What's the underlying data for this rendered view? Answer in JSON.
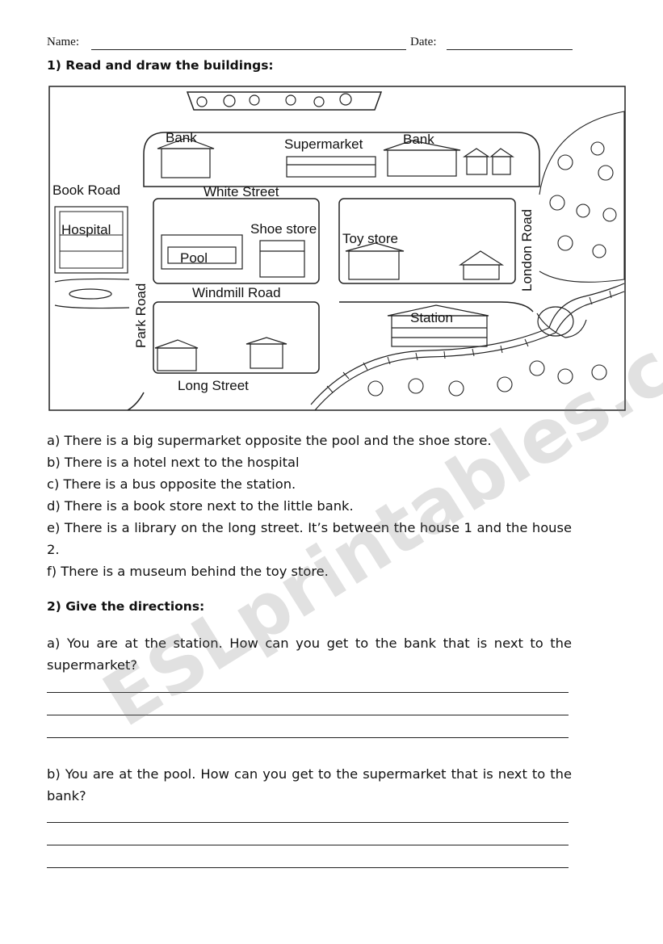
{
  "header": {
    "name_label": "Name:",
    "date_label": "Date:"
  },
  "section1": {
    "title": "1) Read and draw the buildings:"
  },
  "map": {
    "labels": {
      "bank_left": "Bank",
      "supermarket": "Supermarket",
      "bank_right": "Bank",
      "book_road": "Book Road",
      "white_street": "White Street",
      "hospital": "Hospital",
      "shoe_store": "Shoe store",
      "toy_store": "Toy store",
      "pool": "Pool",
      "london_road": "London Road",
      "windmill_road": "Windmill Road",
      "park_road": "Park Road",
      "station": "Station",
      "long_street": "Long Street"
    }
  },
  "sentences": [
    "a) There is a big supermarket opposite the pool and the shoe store.",
    "b) There is a hotel next to the hospital",
    "c) There is a bus opposite the station.",
    "d) There is a book store next to the little bank.",
    "e) There is a library on the long street. It’s between the house 1 and the house 2.",
    "f) There is a museum behind the toy store."
  ],
  "section2": {
    "title": "2) Give the directions:",
    "q_a": "a) You are at the station. How can you get to the bank that is next to the supermarket?",
    "q_b": "b) You are at the pool. How can you get to the supermarket that is next to the bank?"
  },
  "watermark": "ESLprintables.com"
}
